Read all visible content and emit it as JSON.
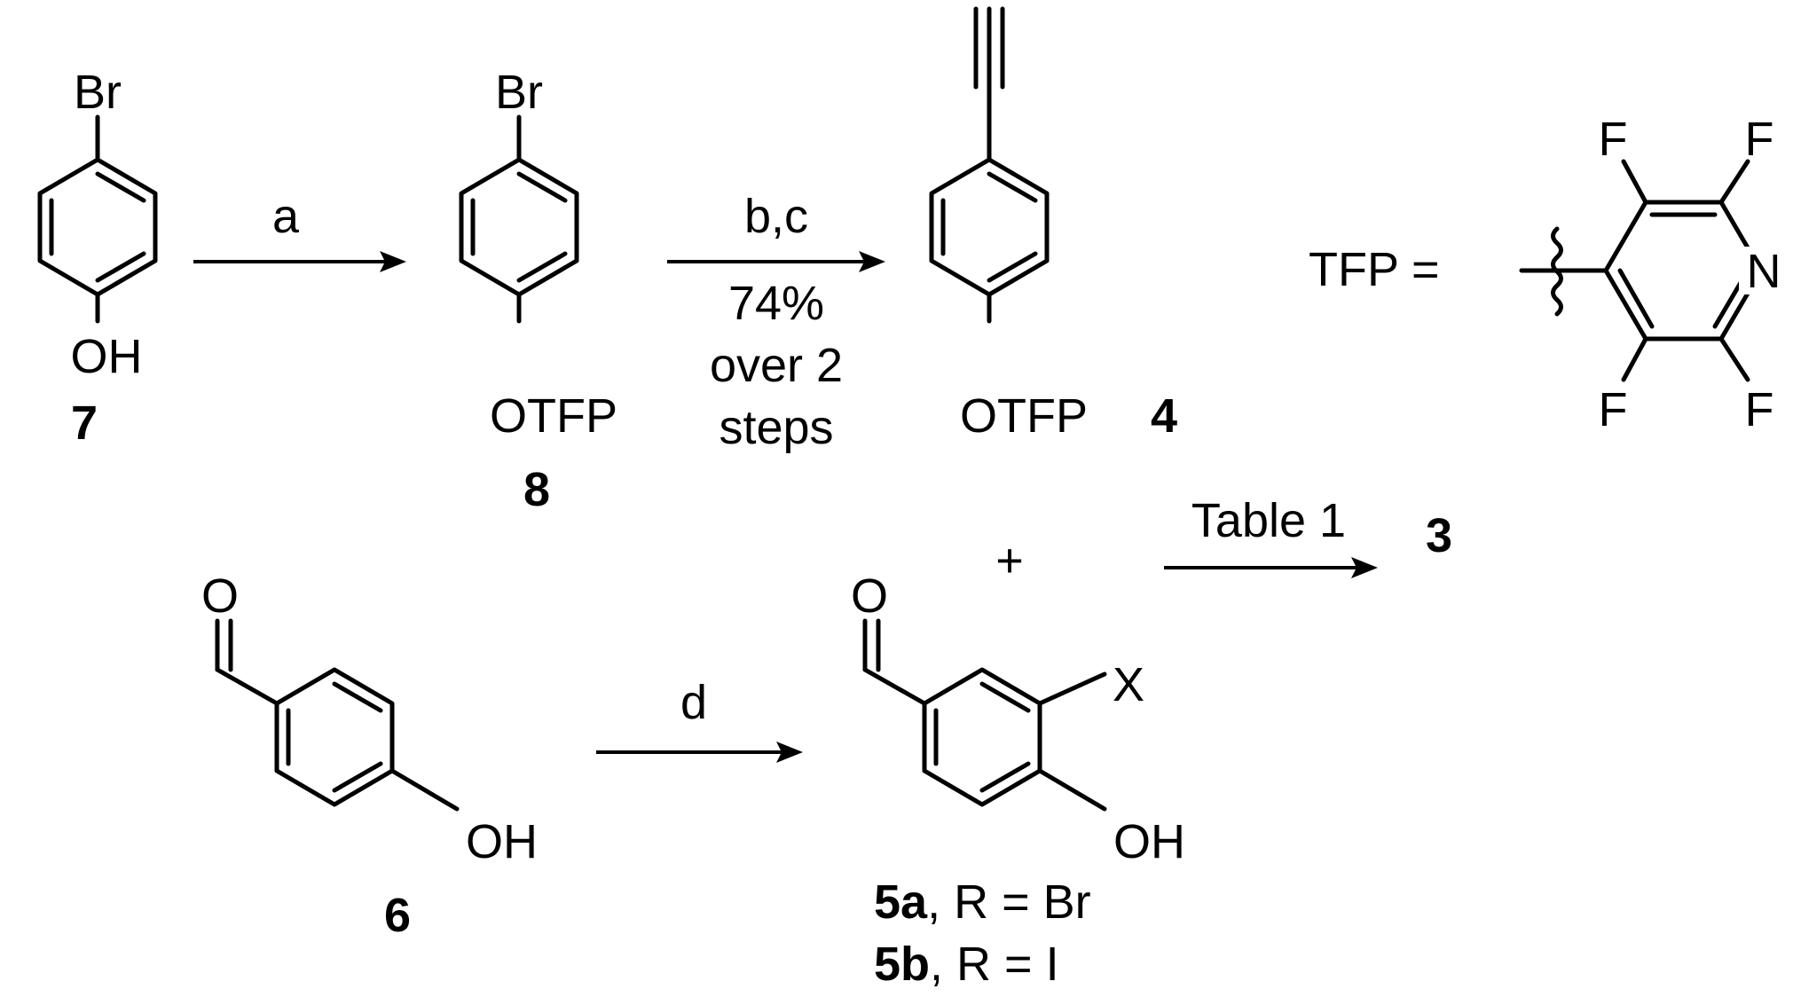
{
  "atoms": {
    "c7_br": "Br",
    "c7_oh": "OH",
    "c8_br": "Br",
    "c8_otfp": "OTFP",
    "c4_otfp": "OTFP",
    "tfp_f1": "F",
    "tfp_f2": "F",
    "tfp_n": "N",
    "tfp_f3": "F",
    "tfp_f4": "F",
    "c6_o": "O",
    "c6_oh": "OH",
    "c5_o": "O",
    "c5_x": "X",
    "c5_oh": "OH"
  },
  "compounds": {
    "c7": "7",
    "c8": "8",
    "c4": "4",
    "c6": "6",
    "c3": "3",
    "c5a": "5a",
    "c5a_rest": ", R = Br",
    "c5b": "5b",
    "c5b_rest": ", R = I"
  },
  "tfp_label": "TFP =",
  "plus": "+",
  "arrows": {
    "a": "a",
    "bc": "b,c",
    "bc_yield": "74%",
    "bc_over": "over 2",
    "bc_steps": "steps",
    "d": "d",
    "table": "Table 1"
  }
}
